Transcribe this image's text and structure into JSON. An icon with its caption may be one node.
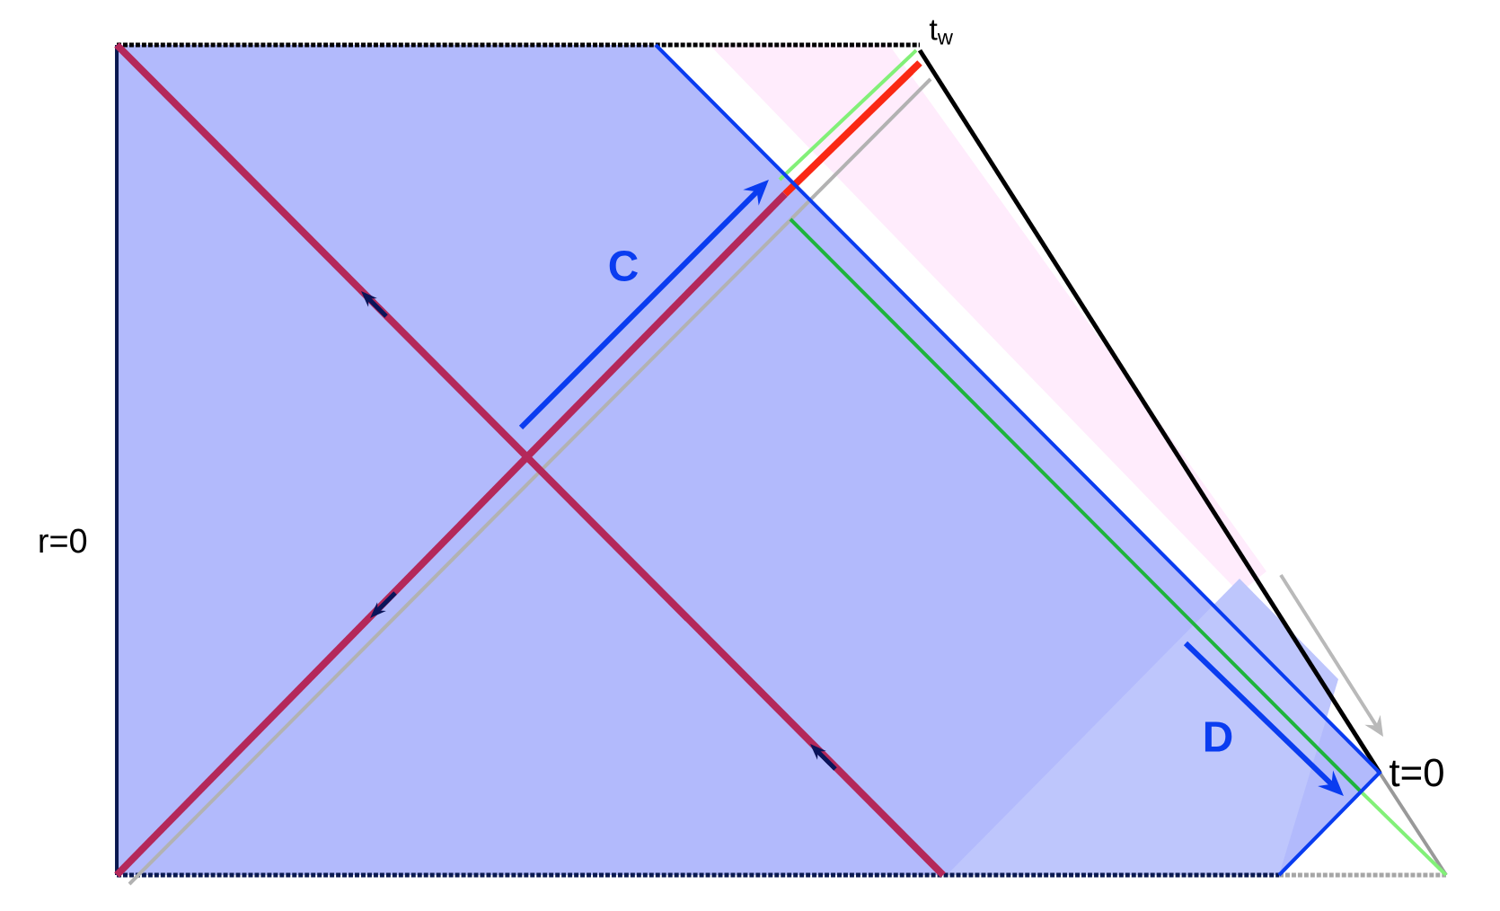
{
  "diagram": {
    "labels": [
      "t$_{w}$",
      "C",
      "r=0",
      "D",
      "t=0"
    ]
  }
}
